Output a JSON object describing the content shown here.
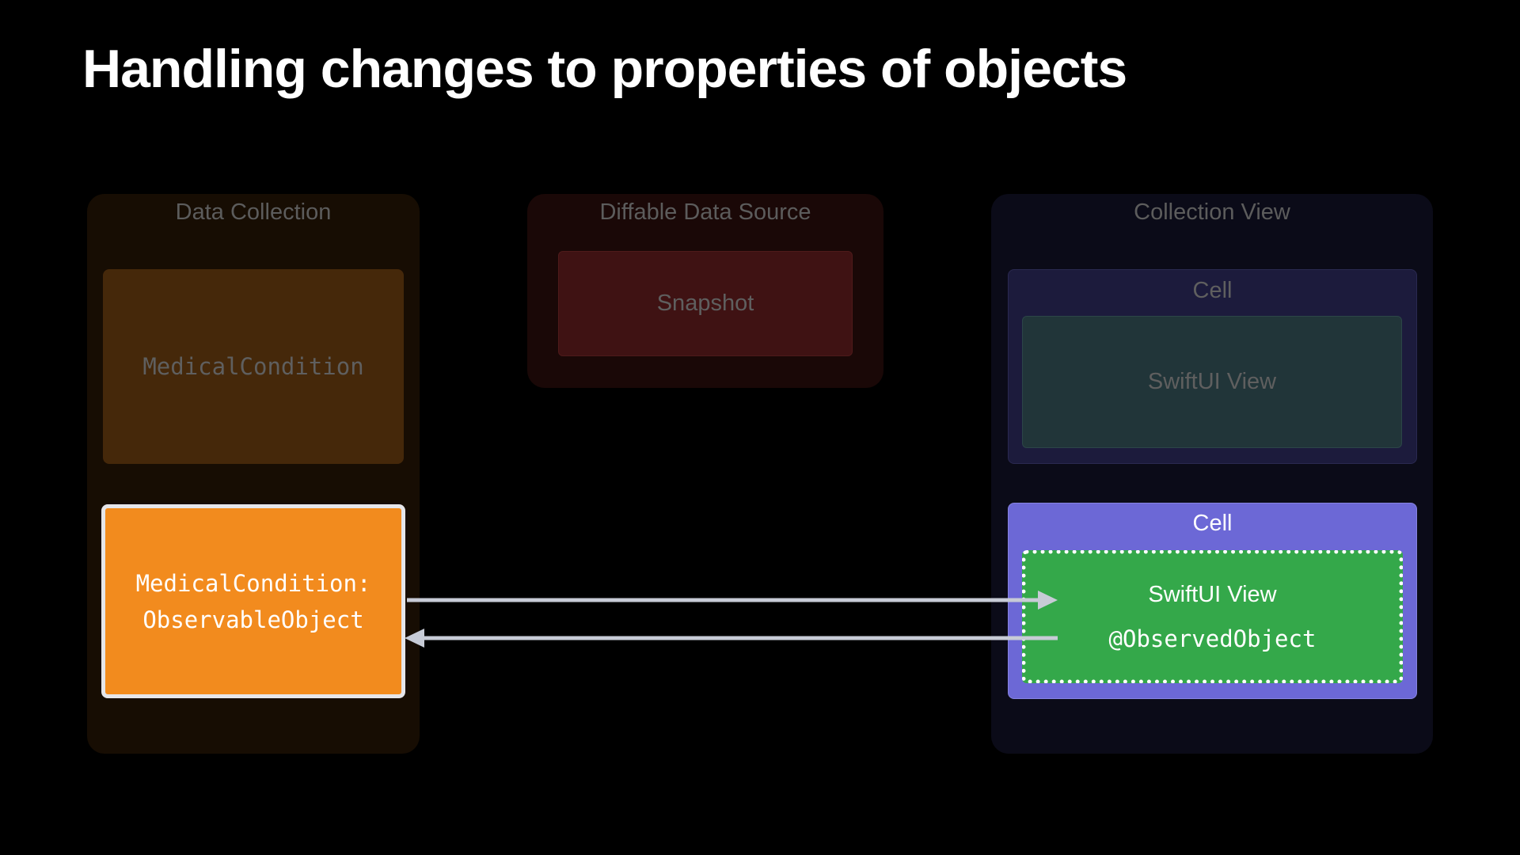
{
  "title": "Handling changes to properties of objects",
  "colors": {
    "background": "#000000",
    "orange": "#F28B1E",
    "purple": "#6C68D6",
    "green": "#34A84A",
    "arrow": "#C7CBD6",
    "dim_text": "#5f5f5f"
  },
  "data_collection": {
    "label": "Data Collection",
    "dim_item": "MedicalCondition",
    "active_item_line1": "MedicalCondition:",
    "active_item_line2": "ObservableObject"
  },
  "diffable_data_source": {
    "label": "Diffable Data Source",
    "snapshot": "Snapshot"
  },
  "collection_view": {
    "label": "Collection View",
    "dim_cell": {
      "label": "Cell",
      "content": "SwiftUI View"
    },
    "active_cell": {
      "label": "Cell",
      "content_title": "SwiftUI View",
      "content_property": "@ObservedObject"
    }
  },
  "arrows": [
    {
      "from": "data_collection.active_item",
      "to": "collection_view.active_cell",
      "direction": "right"
    },
    {
      "from": "collection_view.active_cell",
      "to": "data_collection.active_item",
      "direction": "left"
    }
  ]
}
